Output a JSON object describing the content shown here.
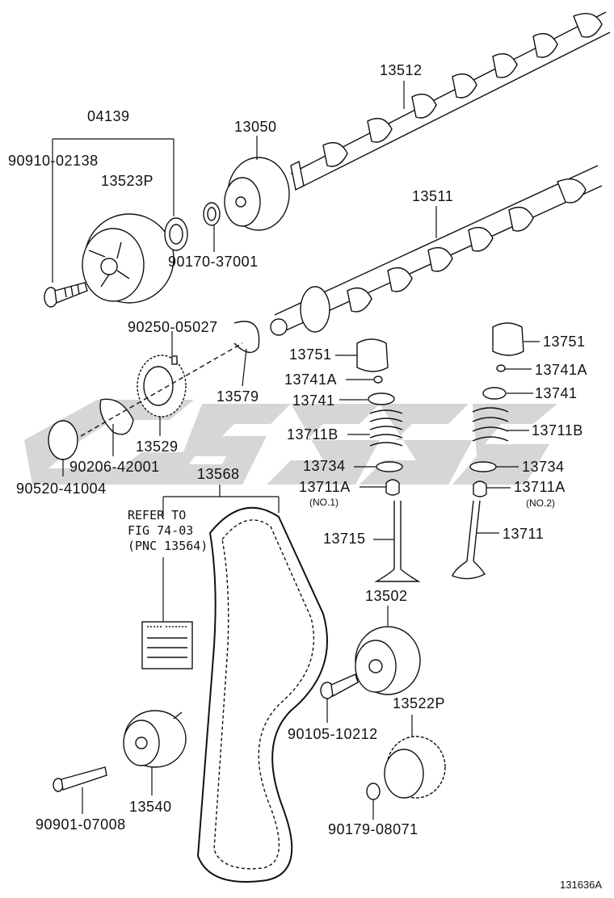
{
  "diagram": {
    "part_numbers": {
      "p04139": "04139",
      "p90910": "90910-02138",
      "p13523P": "13523P",
      "p13050": "13050",
      "p13512": "13512",
      "p13511": "13511",
      "p90170": "90170-37001",
      "p90250": "90250-05027",
      "p13579": "13579",
      "p13529": "13529",
      "p90206": "90206-42001",
      "p90520": "90520-41004",
      "p13568": "13568",
      "p13751a": "13751",
      "p13741Aa": "13741A",
      "p13741a": "13741",
      "p13711Ba": "13711B",
      "p13734a": "13734",
      "p13711Aa": "13711A",
      "p13715": "13715",
      "p13751b": "13751",
      "p13741Ab": "13741A",
      "p13741b": "13741",
      "p13711Bb": "13711B",
      "p13734b": "13734",
      "p13711Ab": "13711A",
      "p13711": "13711",
      "p13502": "13502",
      "p90105": "90105-10212",
      "p13522P": "13522P",
      "p90179": "90179-08071",
      "p13540": "13540",
      "p90901": "90901-07008"
    },
    "sublabels": {
      "no1": "(NO.1)",
      "no2": "(NO.2)"
    },
    "refer_note": {
      "line1": "REFER TO",
      "line2": "FIG 74-03",
      "line3": "(PNC 13564)"
    },
    "figure_code": "131636A",
    "colors": {
      "ink": "#111111",
      "watermark": "#cfcfcf"
    }
  }
}
